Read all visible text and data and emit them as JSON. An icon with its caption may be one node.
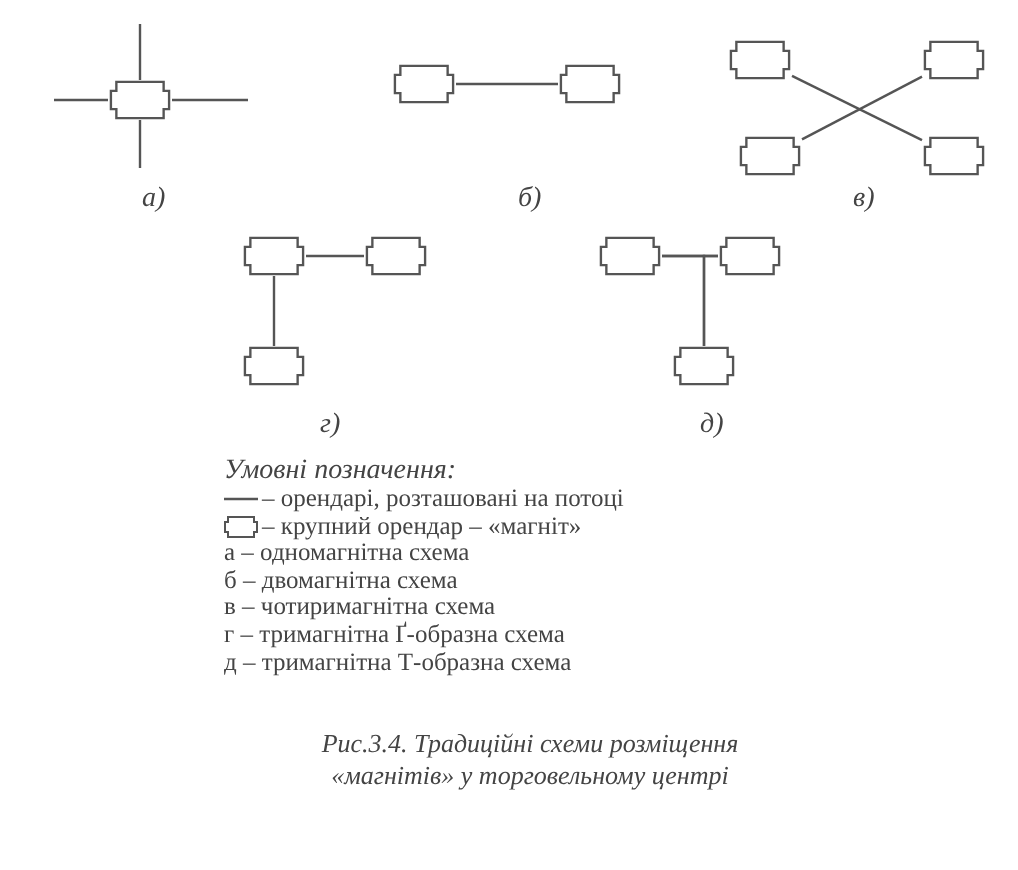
{
  "diagram": {
    "caption": "Рис.3.4. Традиційні схеми розміщення «магнітів» у торговельному центрі",
    "nodes": [
      {
        "text": [],
        "shape": "box"
      },
      {
        "text": [],
        "shape": "box"
      },
      {
        "text": [],
        "shape": "box"
      },
      {
        "text": [],
        "shape": "box"
      },
      {
        "text": [],
        "shape": "box"
      },
      {
        "text": [],
        "shape": "box"
      },
      {
        "text": [],
        "shape": "box"
      },
      {
        "text": [],
        "shape": "box"
      },
      {
        "text": [],
        "shape": "box"
      },
      {
        "text": [],
        "shape": "box"
      },
      {
        "text": [],
        "shape": "box"
      },
      {
        "text": [],
        "shape": "box"
      },
      {
        "text": [],
        "shape": "box"
      }
    ],
    "edges": [
      {
        "from": 0,
        "to": null,
        "arrow": "none"
      },
      {
        "from": 0,
        "to": null,
        "arrow": "none"
      },
      {
        "from": 0,
        "to": null,
        "arrow": "none"
      },
      {
        "from": 0,
        "to": null,
        "arrow": "none"
      },
      {
        "from": 1,
        "to": 2,
        "arrow": "none"
      },
      {
        "from": 3,
        "to": 6,
        "arrow": "none"
      },
      {
        "from": 5,
        "to": 4,
        "arrow": "none"
      },
      {
        "from": 7,
        "to": 8,
        "arrow": "none"
      },
      {
        "from": 7,
        "to": 9,
        "arrow": "none"
      },
      {
        "from": 10,
        "to": 11,
        "arrow": "none"
      },
      {
        "from": 12,
        "to": 10,
        "arrow": "none"
      },
      {
        "from": 12,
        "to": 11,
        "arrow": "none"
      }
    ],
    "labels": [
      "а)",
      "б)",
      "в)",
      "г)",
      "д)",
      "Умовні позначення:",
      "а – одномагнітна схема",
      "б – двомагнітна схема",
      "в – чотиримагнітна схема",
      "г – тримагнітна Ґ-образна схема",
      "д – тримагнітна Т-образна схема"
    ],
    "legend": [
      {
        "text": "– орендарі, розташовані на потоці"
      },
      {
        "text": "– крупний орендар – «магніт»"
      }
    ]
  }
}
